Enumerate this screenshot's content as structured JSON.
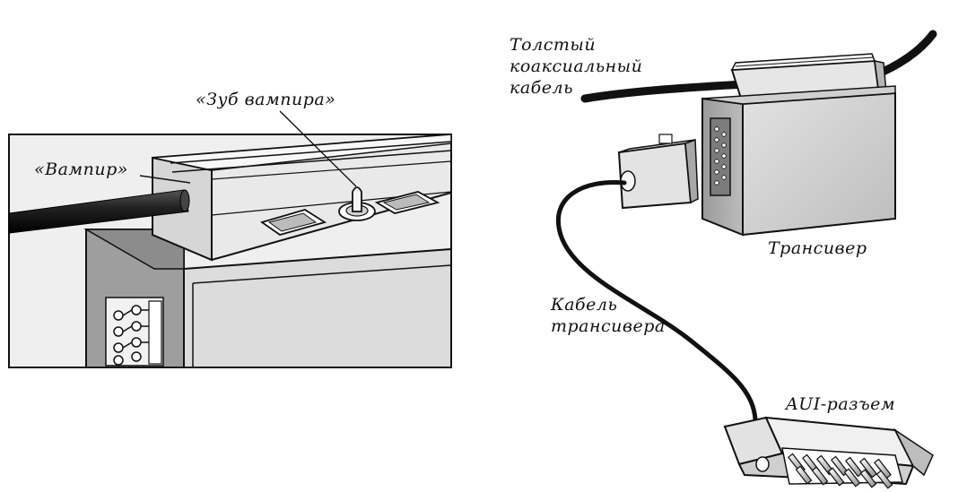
{
  "left_panel": {
    "vampire_label": "«Вампир»",
    "vampire_tooth_label": "«Зуб вампира»"
  },
  "right_panel": {
    "thick_coax_label": [
      "Толстый",
      "коаксиальный",
      "кабель"
    ],
    "transceiver_label": "Трансивер",
    "transceiver_cable_label": [
      "Кабель",
      "трансивера"
    ],
    "aui_connector_label": "AUI-разъем"
  },
  "colors": {
    "ink": "#111111",
    "panel_fill": "#f0f0f0",
    "face_gray": "#d2d2d2",
    "dark_gray": "#9c9c9c",
    "cable": "#111111"
  }
}
